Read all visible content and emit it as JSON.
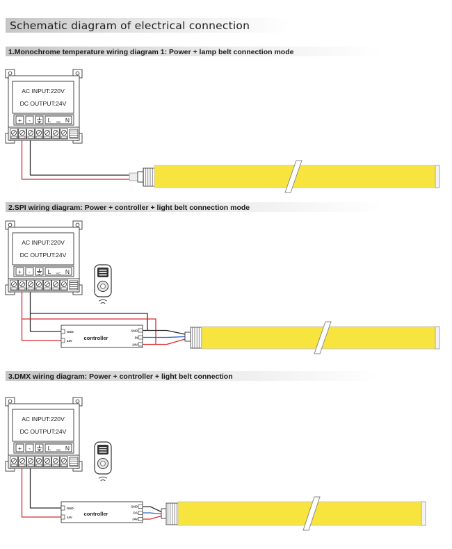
{
  "title": "Schematic diagram of electrical connection",
  "sections": [
    {
      "heading": "1.Monochrome temperature wiring diagram 1: Power + lamp belt connection mode"
    },
    {
      "heading": "2.SPI wiring diagram: Power + controller + light belt connection mode"
    },
    {
      "heading": "3.DMX wiring diagram: Power + controller + light belt connection"
    }
  ],
  "power_supply": {
    "ac_input": "AC INPUT:220V",
    "dc_output": "DC OUTPUT:24V",
    "terminals": {
      "positive": "+",
      "negative": "-",
      "line": "L",
      "ac": "AC",
      "neutral": "N"
    }
  },
  "controller": {
    "label": "controller",
    "inputs": [
      "GND",
      "24V"
    ]
  },
  "spi_outputs": [
    "GND",
    "DI",
    "24V"
  ],
  "dmx_outputs": [
    "GND",
    "DA",
    "24V"
  ],
  "icons": [
    "ground-icon",
    "remote-control-icon",
    "wireless-signal-icon"
  ],
  "colors": {
    "tube": "#f8e43f",
    "wire-red": "#d7282f",
    "wire-black": "#2b2b2b",
    "wire-blue": "#2e63c8",
    "header": "#c6c6c6"
  }
}
